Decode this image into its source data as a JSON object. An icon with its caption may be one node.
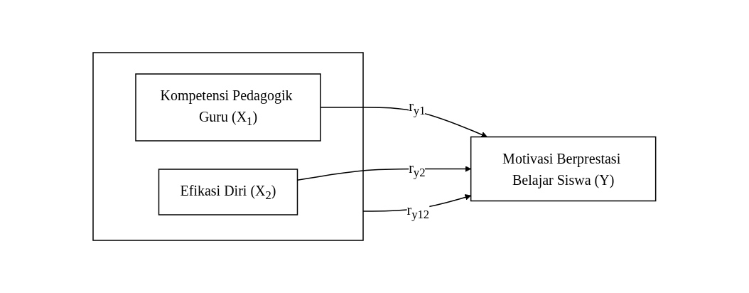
{
  "diagram": {
    "nodes": [
      {
        "text": [],
        "shape": "box"
      },
      {
        "text": [
          "Kompetensi Pedagogik Guru (X$_{1}$)"
        ],
        "in": 0
      },
      {
        "text": [
          "Efikasi Diri (X$_{2}$)"
        ],
        "in": 0
      },
      {
        "text": [
          "Motivasi Berprestasi Belajar Siswa (Y)"
        ]
      }
    ],
    "edges": [
      {
        "from": 1,
        "to": 3,
        "arrow": "to",
        "label": "r$_{y1}$"
      },
      {
        "from": 0,
        "to": 3,
        "arrow": "to",
        "label": "r$_{y12}$"
      },
      {
        "from": 2,
        "to": 3,
        "arrow": "to",
        "label": "r$_{y2}$"
      }
    ]
  }
}
